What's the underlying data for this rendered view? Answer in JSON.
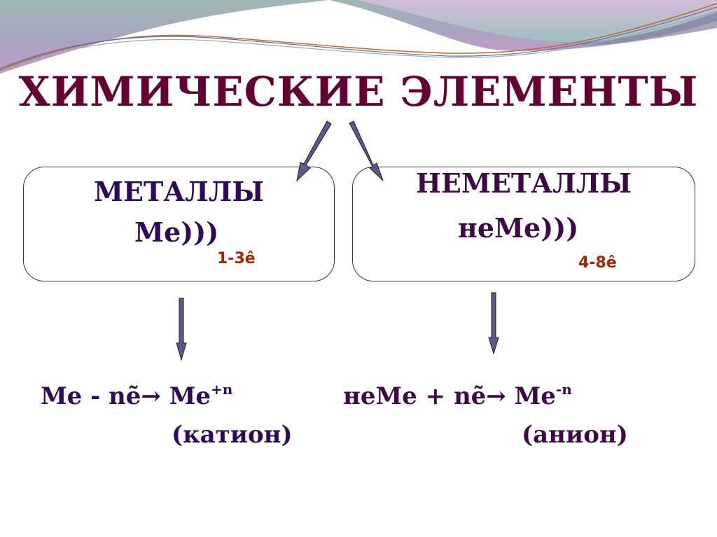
{
  "title": "ХИМИЧЕСКИЕ ЭЛЕМЕНТЫ",
  "colors": {
    "title": "#640032",
    "metals_text": "#2e0a5a",
    "nonmetals_text": "#3e0a45",
    "electron_count": "#a02800",
    "arrow_fill": "#5a5a8c",
    "arrow_stroke": "#1a1a2a",
    "box_border": "#333333"
  },
  "metals": {
    "label": "МЕТАЛЛЫ",
    "symbol": "Me)))",
    "electrons": "1-3ê",
    "equation": {
      "lhs": "Me - nẽ→ Me",
      "charge": "+n"
    },
    "ion_type": "(катион)"
  },
  "nonmetals": {
    "label": "НЕМЕТАЛЛЫ",
    "symbol": "неМе)))",
    "electrons": "4-8ê",
    "equation": {
      "lhs": "неМе + nẽ→ Me",
      "charge": "-n"
    },
    "ion_type": "(анион)"
  },
  "icons": {
    "arrow_to_metals": "diagonal-arrow-down-left",
    "arrow_to_nonmetals": "diagonal-arrow-down-right",
    "arrow_metals_down": "arrow-down",
    "arrow_nonmetals_down": "arrow-down"
  }
}
